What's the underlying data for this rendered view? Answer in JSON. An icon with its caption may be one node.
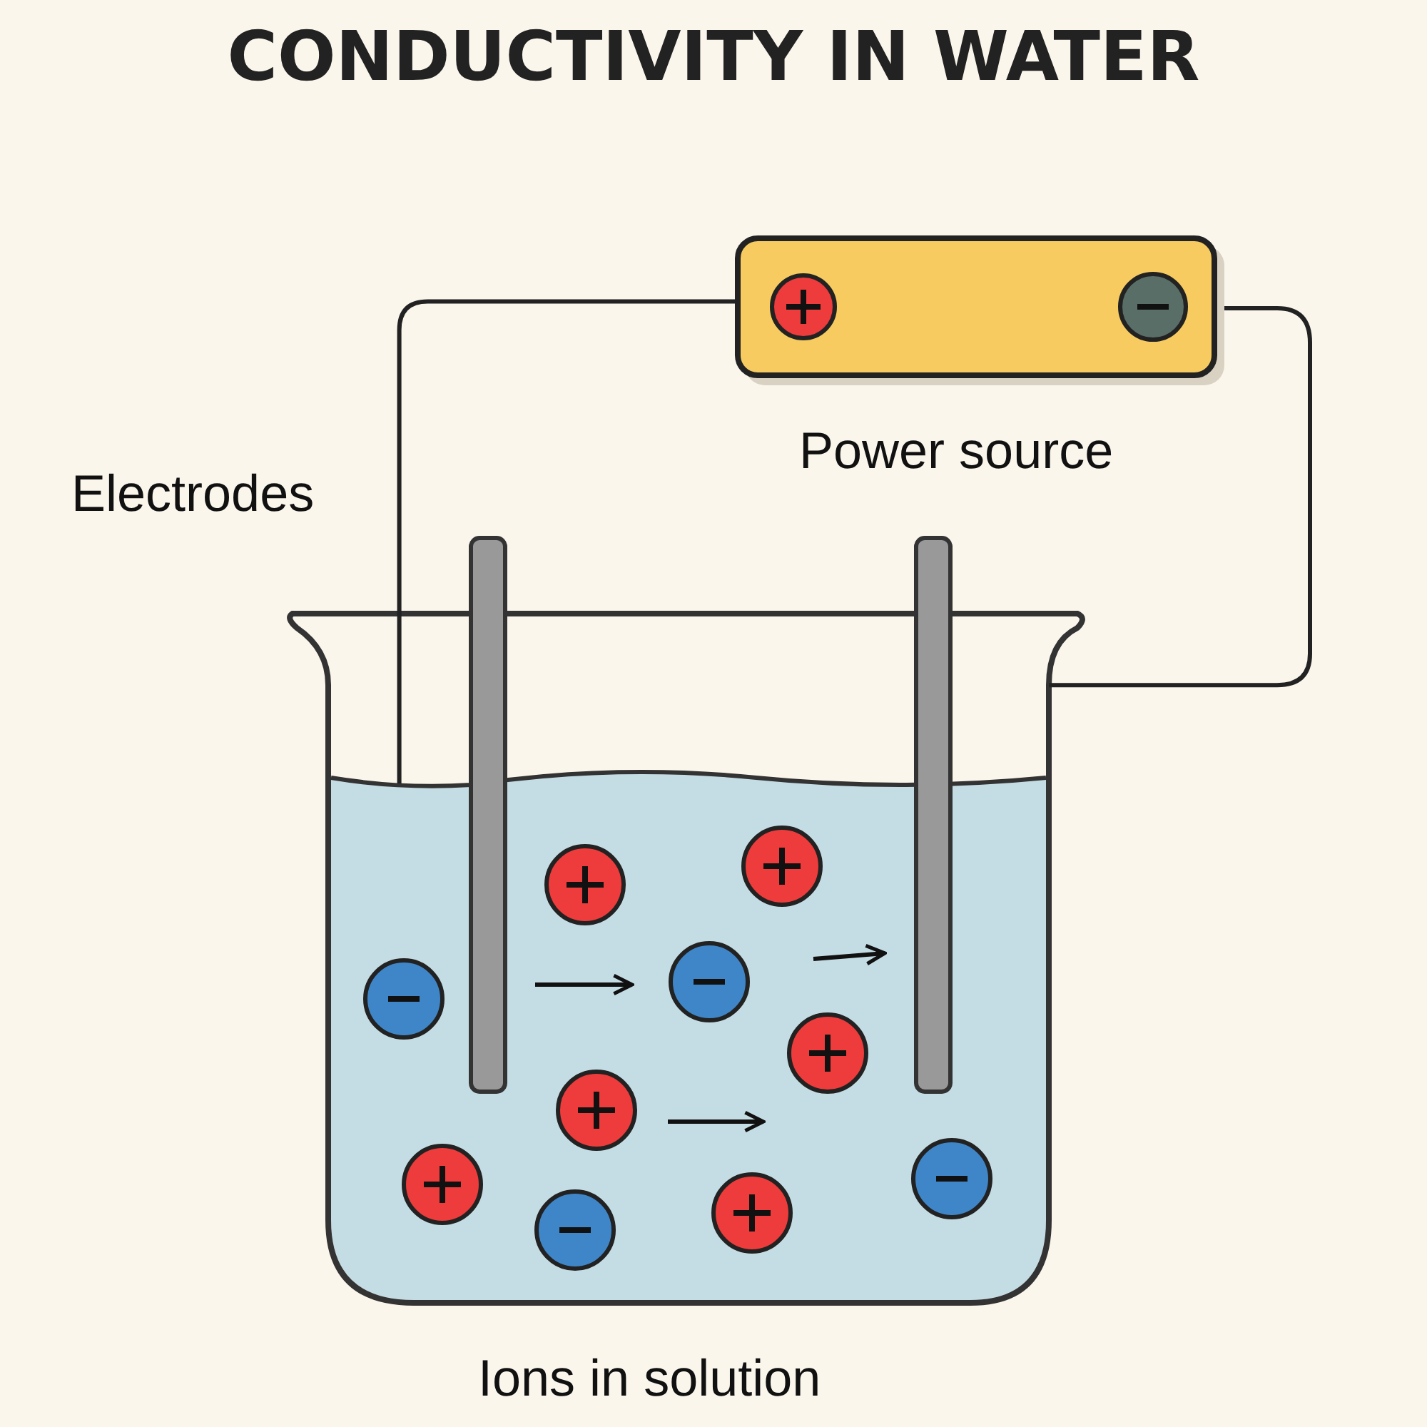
{
  "diagram": {
    "title": "CONDUCTIVITY IN WATER",
    "nodes": [
      {
        "text": [],
        "shape": "box",
        "beside": [
          "Power source"
        ]
      },
      {
        "text": [],
        "shape": "bar"
      },
      {
        "text": [],
        "shape": "bar"
      },
      {
        "text": [],
        "shape": "beaker",
        "beside": [
          "Ions in solution"
        ]
      }
    ],
    "edges": [
      {
        "from": 0,
        "to": 3,
        "arrow": "none"
      },
      {
        "from": 0,
        "to": 3,
        "arrow": "none"
      }
    ],
    "labels": [
      "Electrodes"
    ]
  }
}
